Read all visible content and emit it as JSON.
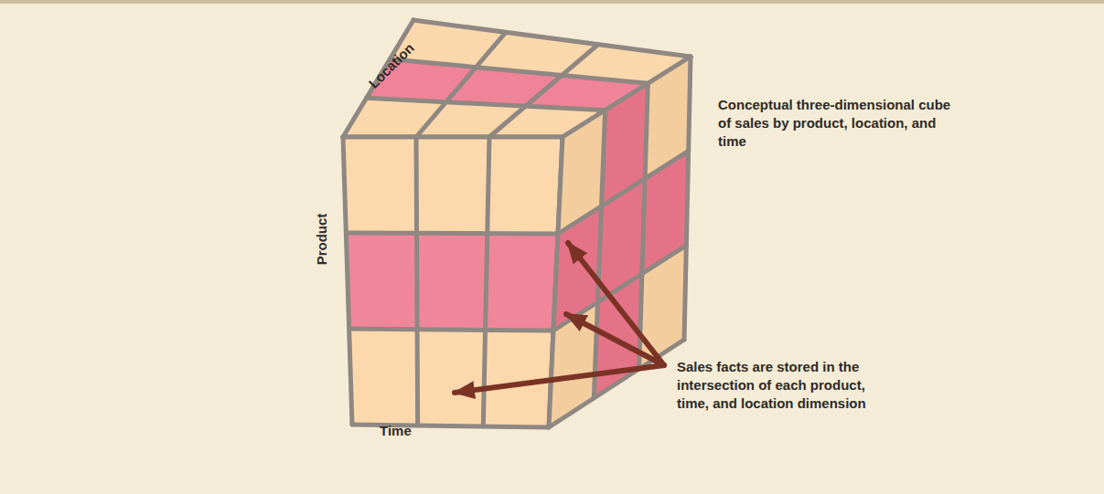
{
  "diagram": {
    "labels": [
      "Location",
      "Product",
      "Time",
      "Conceptual three-dimensional cube of sales by product, location, and time",
      "Sales facts are stored in the intersection of each product, time, and location dimension"
    ]
  }
}
